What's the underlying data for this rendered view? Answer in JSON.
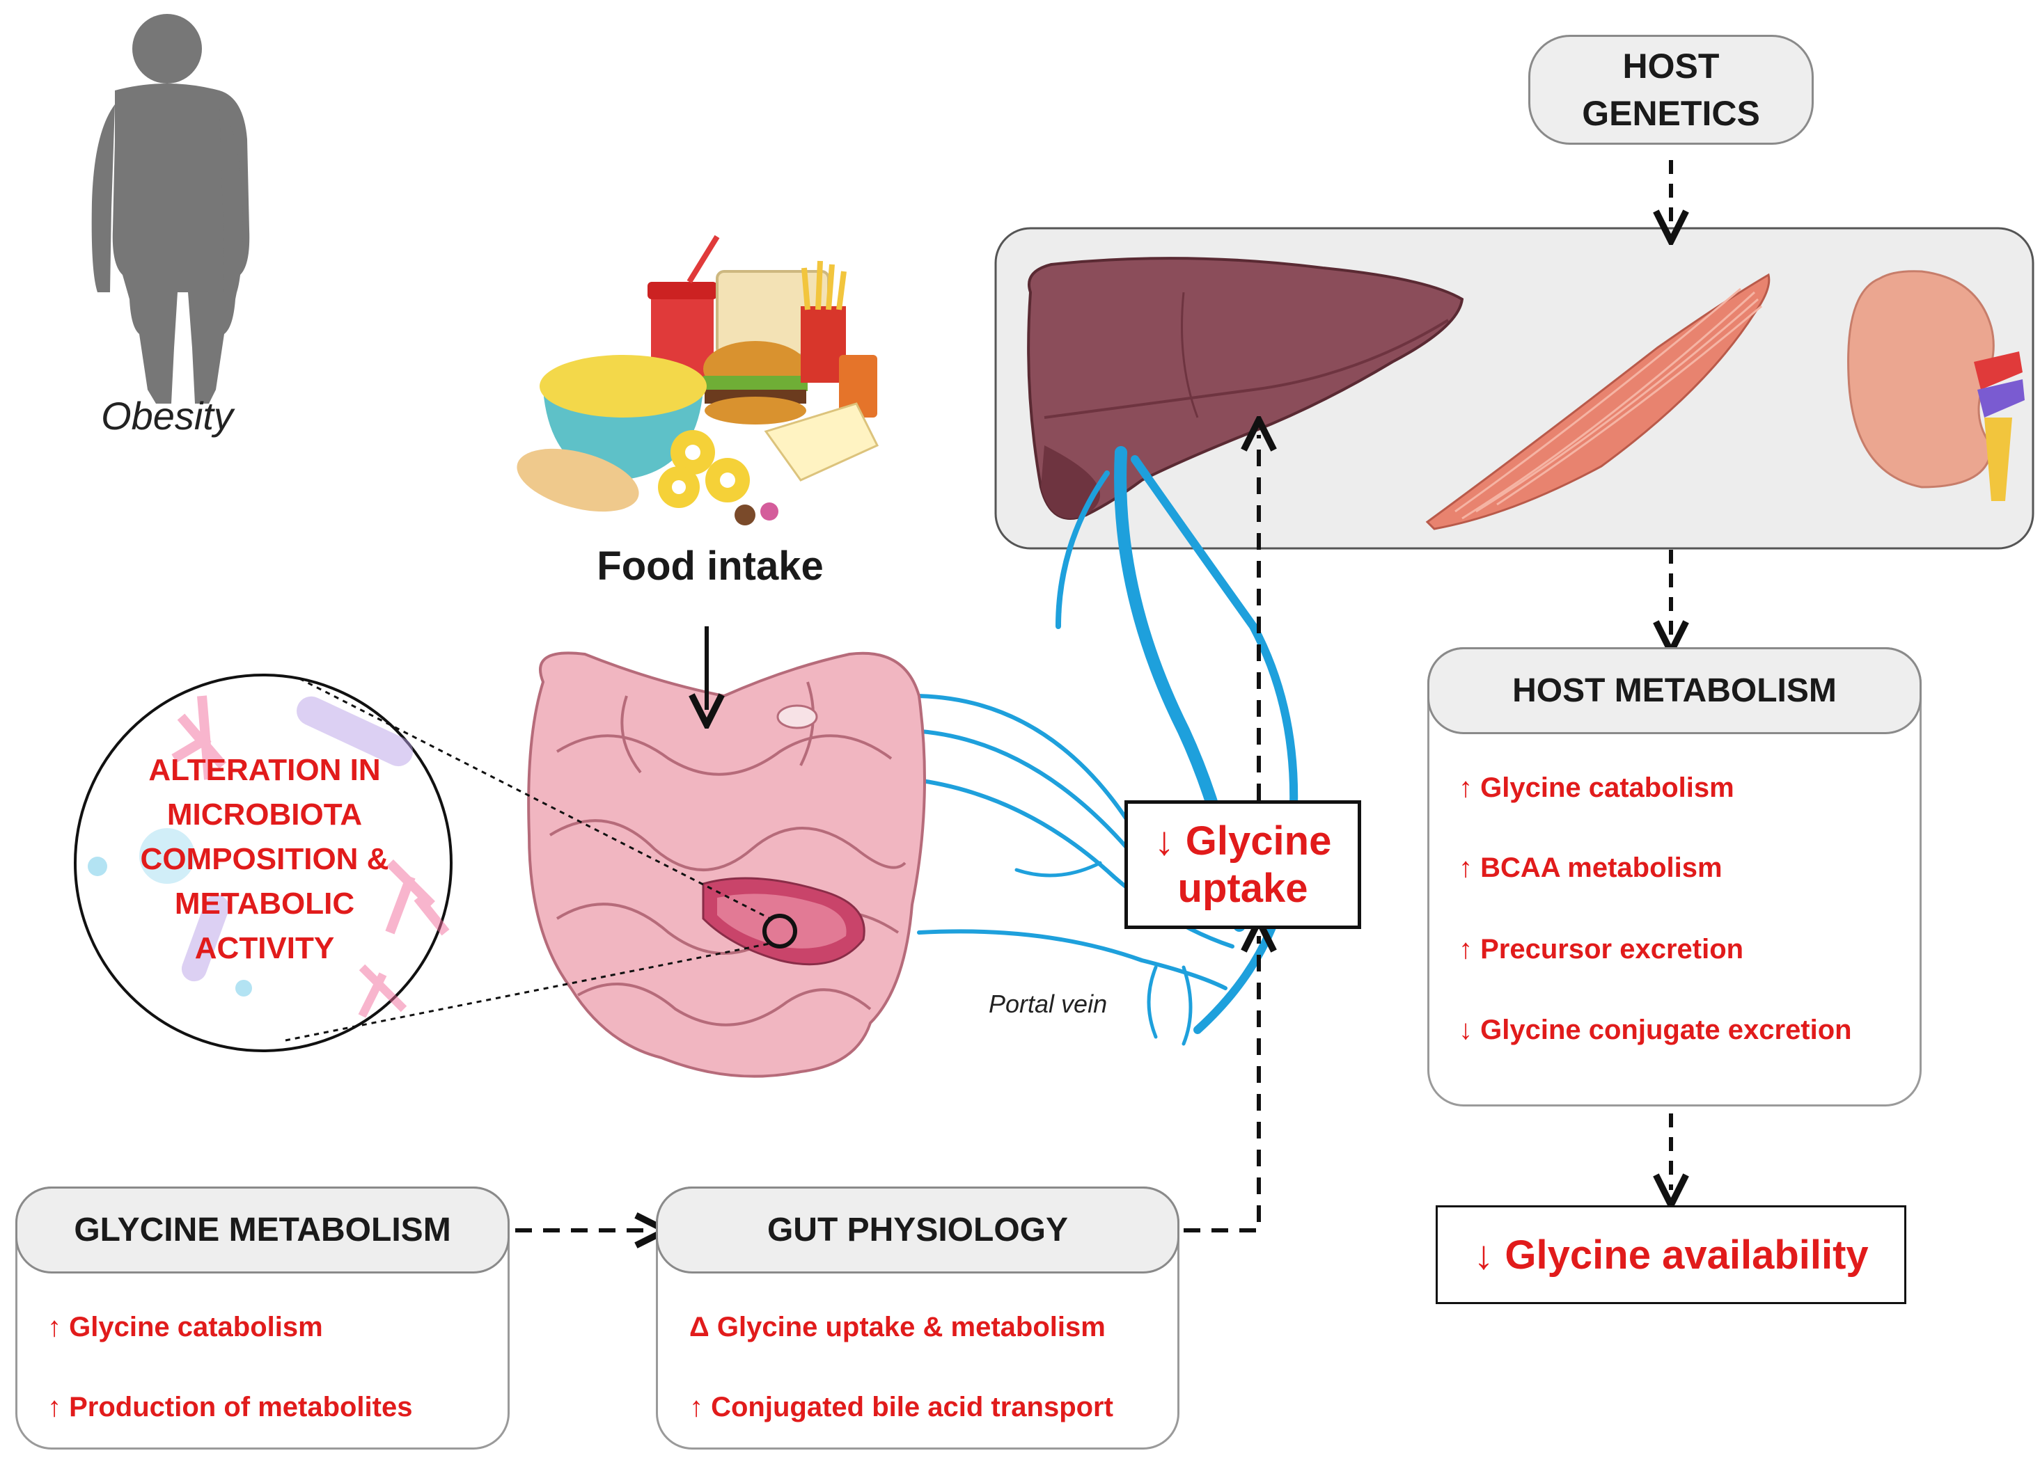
{
  "obesity_label": "Obesity",
  "food_intake_label": "Food intake",
  "microbiota_text": [
    "ALTERATION IN",
    "MICROBIOTA",
    "COMPOSITION &",
    "METABOLIC",
    "ACTIVITY"
  ],
  "portal_vein_label": "Portal vein",
  "glycine_uptake": {
    "line1": "↓ Glycine",
    "line2": "uptake"
  },
  "host_genetics": {
    "line1": "HOST",
    "line2": "GENETICS"
  },
  "host_metabolism": {
    "title": "HOST METABOLISM",
    "items": [
      "↑ Glycine catabolism",
      "↑ BCAA metabolism",
      "↑ Precursor excretion",
      "↓ Glycine conjugate excretion"
    ]
  },
  "glycine_availability": "↓ Glycine availability",
  "glycine_metabolism": {
    "title": "GLYCINE METABOLISM",
    "items": [
      "↑ Glycine catabolism",
      "↑ Production of metabolites"
    ]
  },
  "gut_physiology": {
    "title": "GUT PHYSIOLOGY",
    "items": [
      "Δ Glycine uptake & metabolism",
      "↑ Conjugated bile acid transport"
    ]
  },
  "colors": {
    "accent_red": "#e11b1b",
    "vein_blue": "#1ea0dc",
    "liver": "#8b4d5a",
    "muscle": "#e8836f",
    "kidney": "#eba690",
    "intestine": "#f1b6c1",
    "silhouette": "#777777",
    "organ_panel": "#ededed"
  },
  "icons": [
    "person-silhouette-icon",
    "fast-food-icon",
    "intestine-icon",
    "liver-icon",
    "muscle-icon",
    "kidney-icon",
    "portal-vein-icon",
    "microbes-icon"
  ]
}
